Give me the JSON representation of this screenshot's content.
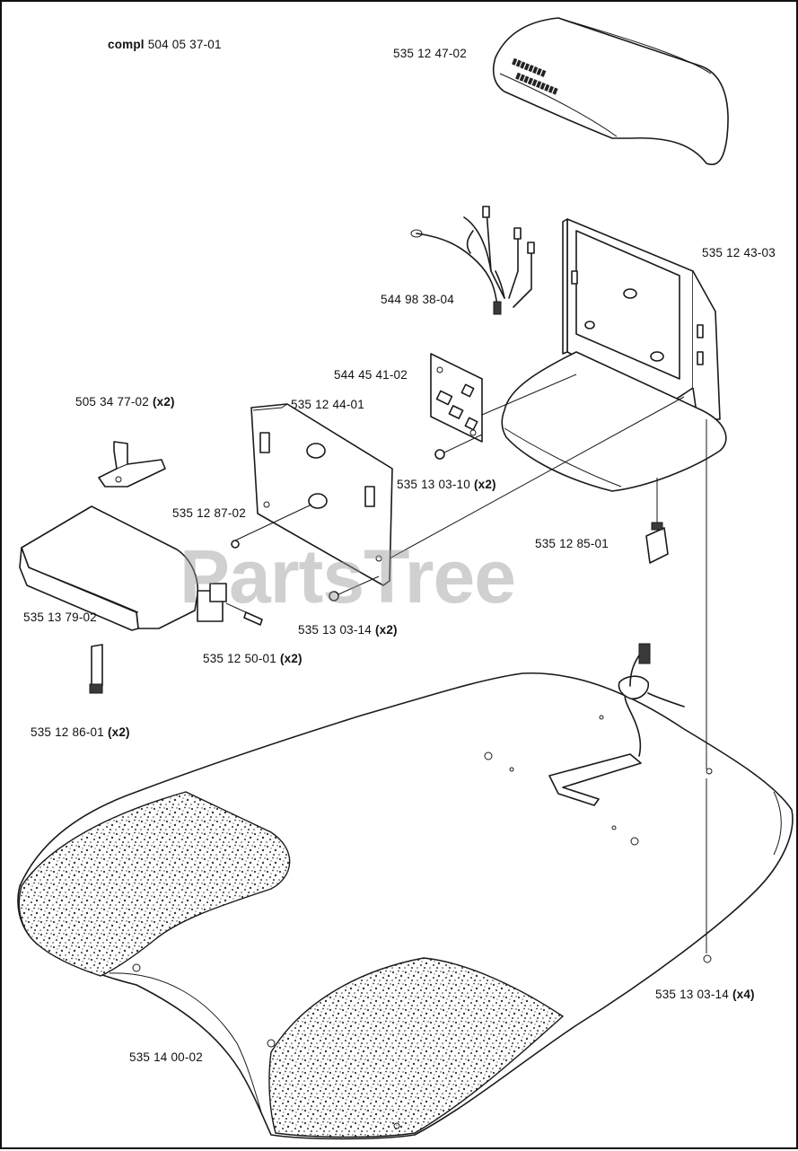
{
  "assembly": {
    "prefix": "compl",
    "number": "504 05 37-01"
  },
  "watermark": "PartsTree",
  "parts": [
    {
      "id": "p1",
      "number": "535 12 47-02",
      "qty": ""
    },
    {
      "id": "p2",
      "number": "535 12 43-03",
      "qty": ""
    },
    {
      "id": "p3",
      "number": "544 98 38-04",
      "qty": ""
    },
    {
      "id": "p4",
      "number": "544 45 41-02",
      "qty": ""
    },
    {
      "id": "p5",
      "number": "505 34 77-02",
      "qty": "(x2)"
    },
    {
      "id": "p6",
      "number": "535 12 44-01",
      "qty": ""
    },
    {
      "id": "p7",
      "number": "535 13 03-10",
      "qty": "(x2)"
    },
    {
      "id": "p8",
      "number": "535 12 87-02",
      "qty": ""
    },
    {
      "id": "p9",
      "number": "535 12 85-01",
      "qty": ""
    },
    {
      "id": "p10",
      "number": "535 13 79-02",
      "qty": ""
    },
    {
      "id": "p11",
      "number": "535 13 03-14",
      "qty": "(x2)"
    },
    {
      "id": "p12",
      "number": "535 12 50-01",
      "qty": "(x2)"
    },
    {
      "id": "p13",
      "number": "535 12 86-01",
      "qty": "(x2)"
    },
    {
      "id": "p14",
      "number": "535 13 03-14",
      "qty": "(x4)"
    },
    {
      "id": "p15",
      "number": "535 14 00-02",
      "qty": ""
    }
  ]
}
